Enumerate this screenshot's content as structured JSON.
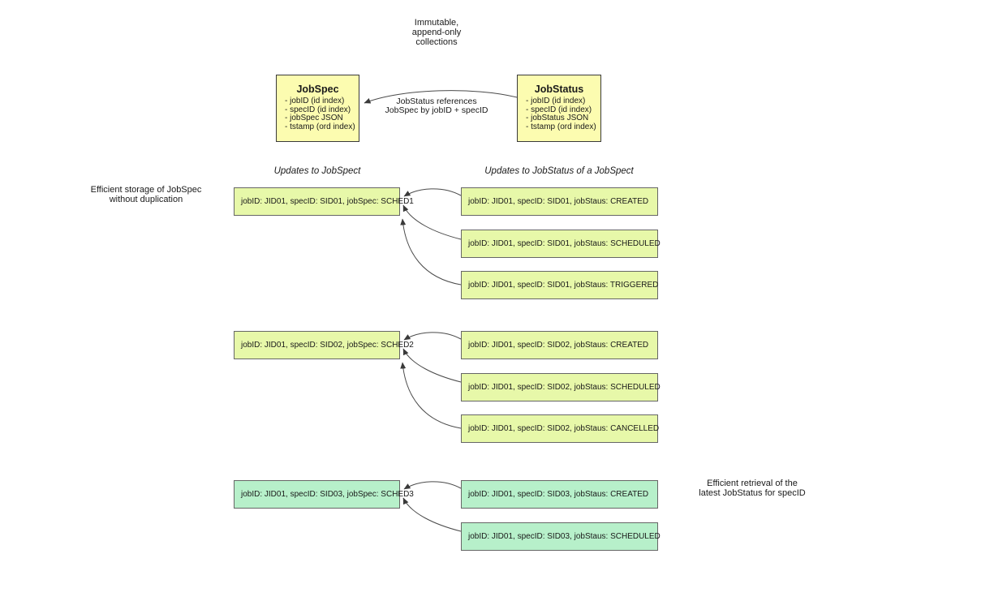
{
  "notes": {
    "top": "Immutable,\nappend-only\ncollections",
    "storage": "Efficient storage of JobSpec\nwithout duplication",
    "retrieval": "Efficient retrieval of the\nlatest JobStatus for specID"
  },
  "entities": {
    "jobspec": {
      "title": "JobSpec",
      "fields": [
        "- jobID (id index)",
        "- specID (id index)",
        "- jobSpec JSON",
        "- tstamp (ord index)"
      ]
    },
    "jobstatus": {
      "title": "JobStatus",
      "fields": [
        "- jobID (id index)",
        "- specID (id index)",
        "- jobStatus JSON",
        "- tstamp (ord index)"
      ]
    }
  },
  "reference_label": "JobStatus references\nJobSpec by jobID + specID",
  "section_headers": {
    "left": "Updates to JobSpect",
    "right": "Updates to JobStatus of a JobSpect"
  },
  "groups": [
    {
      "spec": "jobID: JID01, specID: SID01, jobSpec: SCHED1",
      "statuses": [
        "jobID: JID01, specID: SID01, jobStaus: CREATED",
        "jobID: JID01, specID: SID01, jobStaus: SCHEDULED",
        "jobID: JID01, specID: SID01, jobStaus: TRIGGERED"
      ]
    },
    {
      "spec": "jobID: JID01, specID: SID02, jobSpec: SCHED2",
      "statuses": [
        "jobID: JID01, specID: SID02, jobStaus: CREATED",
        "jobID: JID01, specID: SID02, jobStaus: SCHEDULED",
        "jobID: JID01, specID: SID02, jobStaus: CANCELLED"
      ]
    },
    {
      "spec": "jobID: JID01, specID: SID03, jobSpec: SCHED3",
      "statuses": [
        "jobID: JID01, specID: SID03, jobStaus: CREATED",
        "jobID: JID01, specID: SID03, jobStaus: SCHEDULED"
      ]
    }
  ],
  "colors": {
    "box-yellow": "#fcfcb0",
    "box-lime": "#e7f8a9",
    "box-mint": "#b7f0ca",
    "line": "#4a4a4a",
    "border": "#666666",
    "text": "#1a1a1a"
  }
}
